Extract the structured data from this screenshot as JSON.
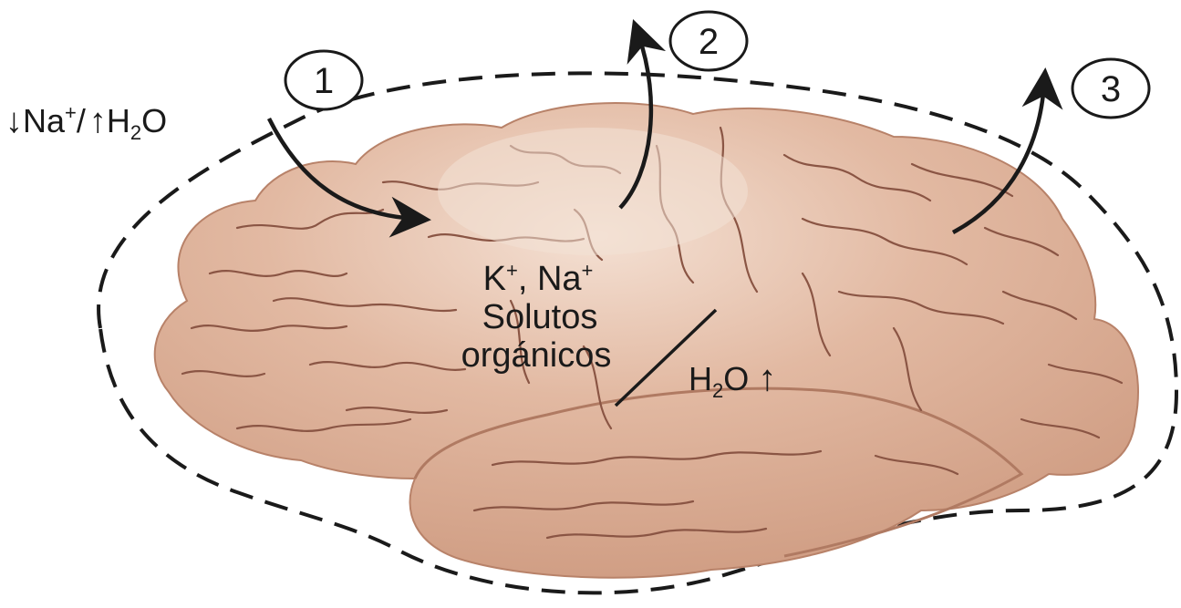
{
  "colors": {
    "brain_fill": "#dcae95",
    "brain_highlight": "#f1d8c8",
    "brain_shadow": "#c8937a",
    "sulci": "#8a5544",
    "outline_dashed": "#1a1a1a",
    "arrow": "#1a1a1a",
    "text": "#1a1a1a"
  },
  "label_left": {
    "arrow_down": "↓",
    "na": "Na",
    "na_sup": "+",
    "slash": "/",
    "arrow_up": "↑",
    "h": "H",
    "sub2": "2",
    "o": "O"
  },
  "steps": [
    {
      "number": "1"
    },
    {
      "number": "2"
    },
    {
      "number": "3"
    }
  ],
  "center_label": {
    "k": "K",
    "k_sup": "+",
    "sep": ", Na",
    "na_sup": "+",
    "line2": "Solutos",
    "line3": "orgánicos"
  },
  "water_label": {
    "h": "H",
    "sub2": "2",
    "o": "O",
    "arrow_up": "↑"
  },
  "icons": [
    "brain-illustration",
    "dashed-boundary",
    "curved-arrow",
    "step-circle"
  ]
}
